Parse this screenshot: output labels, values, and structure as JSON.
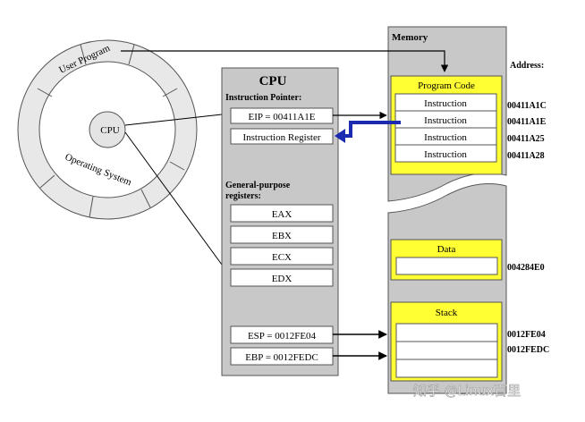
{
  "ring": {
    "user_program": "User Program",
    "operating_system": "Operating System",
    "cpu": "CPU"
  },
  "cpu_panel": {
    "title": "CPU",
    "instruction_pointer_label": "Instruction Pointer:",
    "eip": "EIP = 00411A1E",
    "instruction_register": "Instruction Register",
    "gp_label_line1": "General-purpose",
    "gp_label_line2": "registers:",
    "registers": [
      "EAX",
      "EBX",
      "ECX",
      "EDX"
    ],
    "esp": "ESP = 0012FE04",
    "ebp": "EBP = 0012FEDC"
  },
  "memory": {
    "title": "Memory",
    "address_label": "Address:",
    "program_code": {
      "title": "Program Code",
      "instructions": [
        "Instruction",
        "Instruction",
        "Instruction",
        "Instruction"
      ],
      "addresses": [
        "00411A1C",
        "00411A1E",
        "00411A25",
        "00411A28"
      ]
    },
    "data": {
      "title": "Data",
      "address": "004284E0"
    },
    "stack": {
      "title": "Stack",
      "addresses": [
        "0012FE04",
        "0012FEDC"
      ]
    }
  },
  "watermark": "知乎 @Linux百里",
  "colors": {
    "panel_gray": "#c8c8c8",
    "highlight_yellow": "#ffff33",
    "arrow_blue": "#1a2bb0"
  }
}
